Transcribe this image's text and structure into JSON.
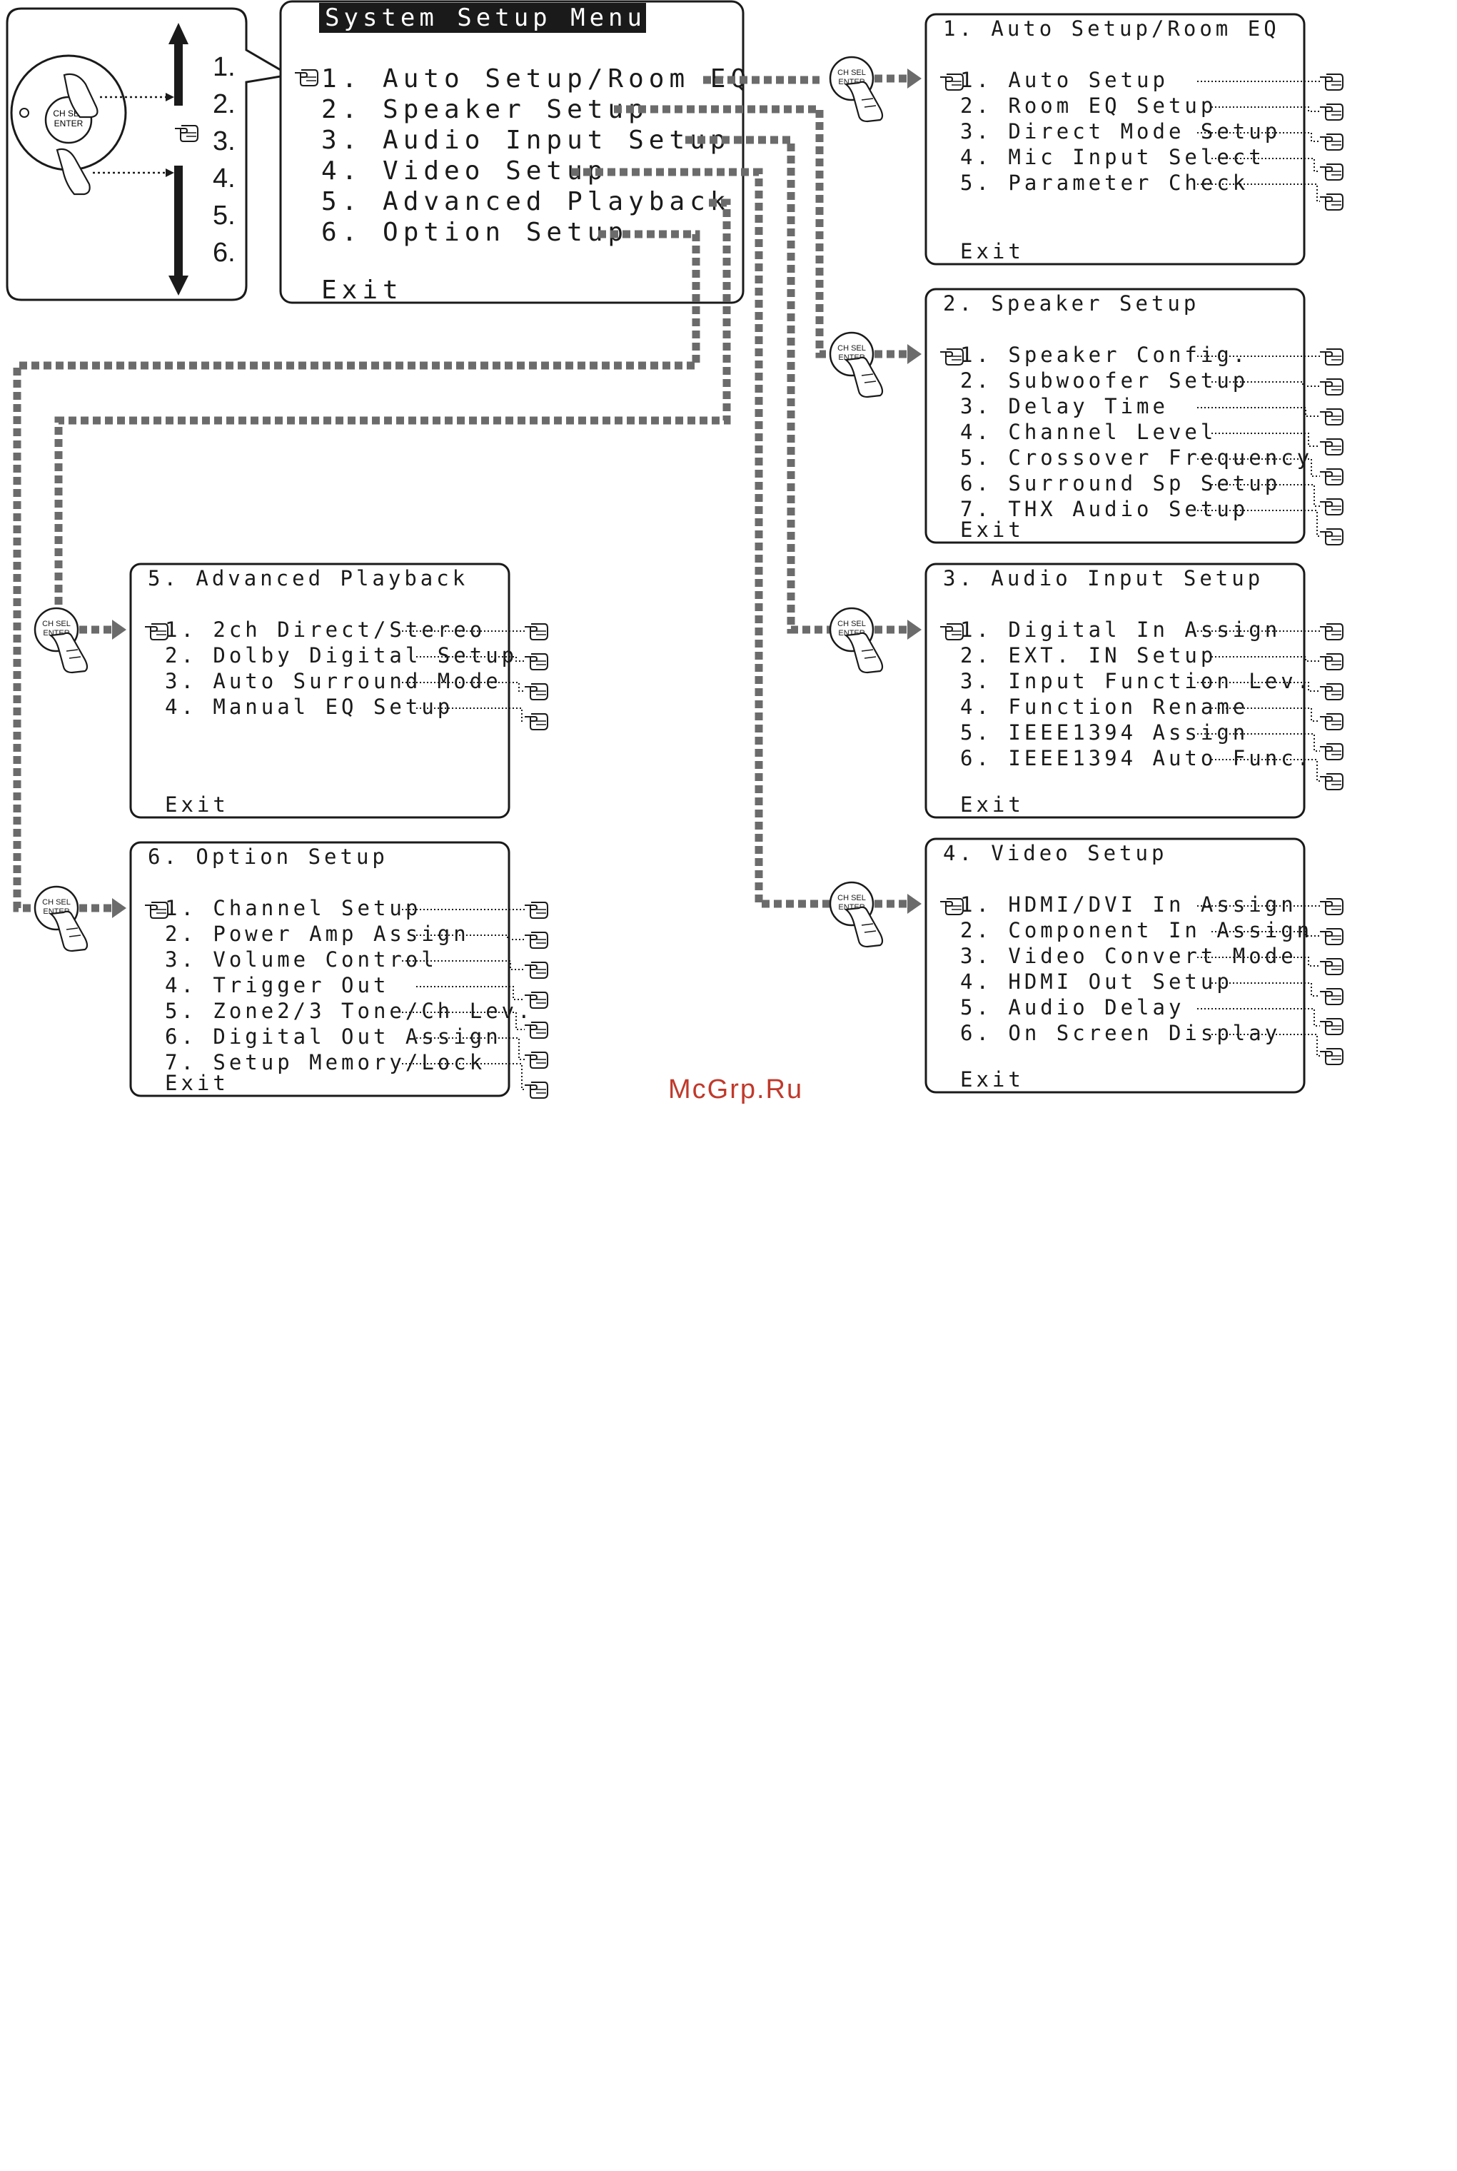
{
  "main_menu": {
    "title": "System Setup Menu",
    "items": [
      "1. Auto Setup/Room EQ",
      "2. Speaker Setup",
      "3. Audio Input Setup",
      "4. Video Setup",
      "5. Advanced Playback",
      "6. Option Setup"
    ],
    "exit": "Exit"
  },
  "selector": {
    "numbers": [
      "1.",
      "2.",
      "3.",
      "4.",
      "5.",
      "6."
    ],
    "button_text": [
      "CH SEL",
      "ENTER"
    ]
  },
  "submenus": [
    {
      "id": "auto-setup",
      "title": "1. Auto Setup/Room EQ",
      "items": [
        "1. Auto Setup",
        "2. Room EQ Setup",
        "3. Direct Mode Setup",
        "4. Mic Input Select",
        "5. Parameter Check"
      ],
      "exit": "Exit"
    },
    {
      "id": "speaker-setup",
      "title": "2. Speaker Setup",
      "items": [
        "1. Speaker Config.",
        "2. Subwoofer Setup",
        "3. Delay Time",
        "4. Channel Level",
        "5. Crossover Frequency",
        "6. Surround Sp Setup",
        "7. THX Audio Setup"
      ],
      "exit": "Exit"
    },
    {
      "id": "audio-input-setup",
      "title": "3. Audio Input Setup",
      "items": [
        "1. Digital In Assign",
        "2. EXT. IN Setup",
        "3. Input Function Lev.",
        "4. Function Rename",
        "5. IEEE1394 Assign",
        "6. IEEE1394 Auto Func."
      ],
      "exit": "Exit"
    },
    {
      "id": "video-setup",
      "title": "4. Video Setup",
      "items": [
        "1. HDMI/DVI In Assign",
        "2. Component In Assign",
        "3. Video Convert Mode",
        "4. HDMI Out Setup",
        "5. Audio Delay",
        "6. On Screen Display"
      ],
      "exit": "Exit"
    },
    {
      "id": "advanced-playback",
      "title": "5. Advanced Playback",
      "items": [
        "1. 2ch Direct/Stereo",
        "2. Dolby Digital Setup",
        "3. Auto Surround Mode",
        "4. Manual EQ Setup"
      ],
      "exit": "Exit"
    },
    {
      "id": "option-setup",
      "title": "6. Option Setup",
      "items": [
        "1. Channel Setup",
        "2. Power Amp Assign",
        "3. Volume Control",
        "4. Trigger Out",
        "5. Zone2/3 Tone/Ch Lev.",
        "6. Digital Out Assign",
        "7. Setup Memory/Lock"
      ],
      "exit": "Exit"
    }
  ],
  "watermark": "McGrp.Ru",
  "colors": {
    "ink": "#1a1a1a",
    "connector": "#6b6b6b",
    "watermark": "#c0392b"
  },
  "icons": {
    "pointer": "pointing-hand-icon",
    "button": "ch-sel-enter-button-icon"
  }
}
